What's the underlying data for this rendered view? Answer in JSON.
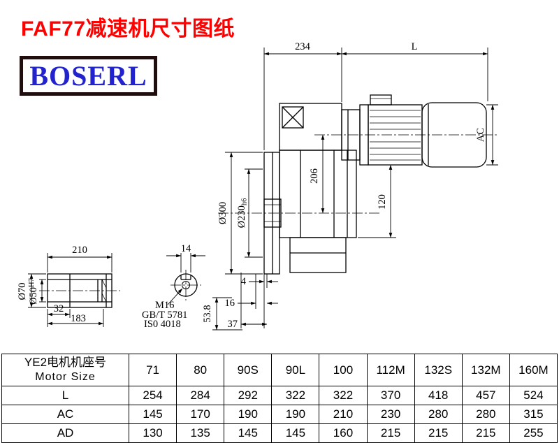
{
  "page": {
    "title": "FAF77减速机尺寸图纸",
    "logo": "BOSERL"
  },
  "colors": {
    "title_red": "#fe0000",
    "logo_blue": "#2323cd",
    "logo_border": "#200d0d",
    "line": "#000000"
  },
  "drawing": {
    "labels": {
      "dim_234": "234",
      "dim_L": "L",
      "dim_AC": "AC",
      "dim_206": "206",
      "dim_300": "Ø300",
      "dim_230": "Ø230",
      "dim_230_suffix": "h6",
      "dim_120": "120",
      "dim_4": "4",
      "dim_16": "16",
      "dim_37": "37",
      "dim_53_8": "53.8",
      "dim_210": "210",
      "dim_14": "14",
      "dim_70": "Ø70",
      "dim_50": "Ø50",
      "dim_50_suffix": "H7",
      "dim_32": "32",
      "dim_183": "183",
      "note_m16": "M16",
      "note_gb": "GB/T 5781",
      "note_iso": "IS0 4018"
    }
  },
  "table": {
    "header_cn": "YE2电机机座号",
    "header_en": "Motor Size",
    "sizes": [
      "71",
      "80",
      "90S",
      "90L",
      "100",
      "112M",
      "132S",
      "132M",
      "160M"
    ],
    "rows": [
      {
        "label": "L",
        "values": [
          "254",
          "284",
          "292",
          "322",
          "322",
          "370",
          "418",
          "457",
          "524"
        ]
      },
      {
        "label": "AC",
        "values": [
          "145",
          "170",
          "190",
          "190",
          "210",
          "230",
          "280",
          "280",
          "315"
        ]
      },
      {
        "label": "AD",
        "values": [
          "130",
          "135",
          "145",
          "145",
          "160",
          "215",
          "215",
          "215",
          "255"
        ]
      }
    ]
  }
}
